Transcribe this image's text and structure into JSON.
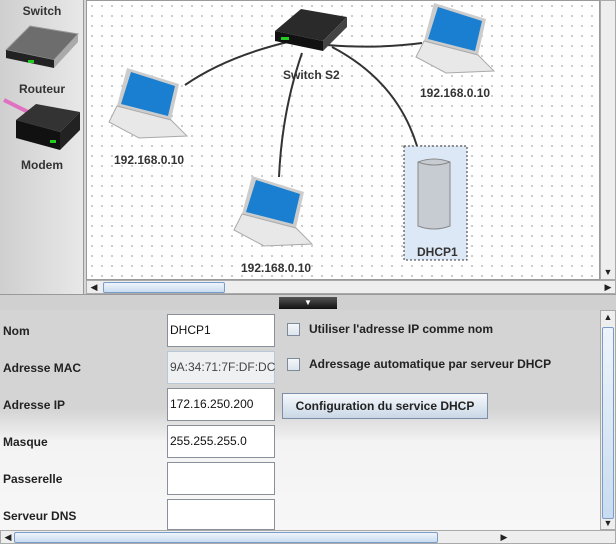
{
  "palette": {
    "items": [
      {
        "label": "Switch",
        "icon": "switch-icon"
      },
      {
        "label": "Routeur",
        "icon": "router-icon"
      },
      {
        "label": "Modem",
        "icon": "modem-icon"
      }
    ]
  },
  "network": {
    "switch": {
      "label": "Switch S2"
    },
    "laptops": [
      {
        "label": "192.168.0.10"
      },
      {
        "label": "192.168.0.10"
      },
      {
        "label": "192.168.0.10"
      }
    ],
    "server": {
      "label": "DHCP1"
    }
  },
  "form": {
    "fields": [
      {
        "label": "Nom",
        "value": "DHCP1"
      },
      {
        "label": "Adresse MAC",
        "value": "9A:34:71:7F:DF:DC"
      },
      {
        "label": "Adresse IP",
        "value": "172.16.250.200"
      },
      {
        "label": "Masque",
        "value": "255.255.255.0"
      },
      {
        "label": "Passerelle",
        "value": ""
      },
      {
        "label": "Serveur DNS",
        "value": ""
      }
    ],
    "use_ip_as_name": {
      "label": "Utiliser l'adresse IP comme nom",
      "checked": false
    },
    "auto_dhcp": {
      "label": "Adressage automatique par serveur DHCP",
      "checked": false
    },
    "dhcp_config_button": "Configuration du service DHCP"
  },
  "colors": {
    "link": "#333333",
    "selection": "#dce8f5",
    "screen": "#1a7fd0"
  }
}
